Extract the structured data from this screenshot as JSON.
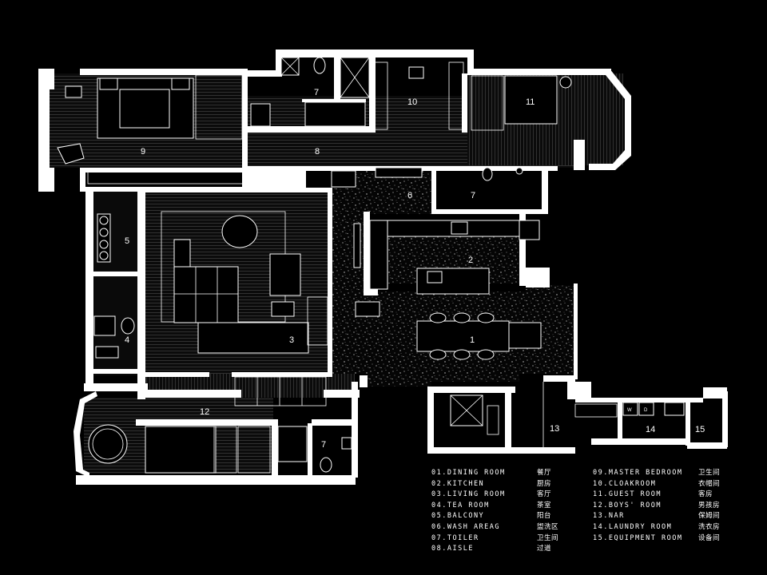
{
  "rooms": [
    {
      "num": "1"
    },
    {
      "num": "2"
    },
    {
      "num": "3"
    },
    {
      "num": "4"
    },
    {
      "num": "5"
    },
    {
      "num": "6"
    },
    {
      "num": "7"
    },
    {
      "num": "7"
    },
    {
      "num": "7"
    },
    {
      "num": "8"
    },
    {
      "num": "9"
    },
    {
      "num": "10"
    },
    {
      "num": "11"
    },
    {
      "num": "12"
    },
    {
      "num": "13"
    },
    {
      "num": "14"
    },
    {
      "num": "15"
    }
  ],
  "appliance_labels": {
    "washer": "W",
    "dryer": "D"
  },
  "legend_left": [
    {
      "en": "01.DINING ROOM",
      "cn": "餐厅"
    },
    {
      "en": "02.KITCHEN",
      "cn": "厨房"
    },
    {
      "en": "03.LIVING ROOM",
      "cn": "客厅"
    },
    {
      "en": "04.TEA ROOM",
      "cn": "茶室"
    },
    {
      "en": "05.BALCONY",
      "cn": "阳台"
    },
    {
      "en": "06.WASH AREAG",
      "cn": "盥洗区"
    },
    {
      "en": "07.TOILER",
      "cn": "卫生间"
    },
    {
      "en": "08.AISLE",
      "cn": "过道"
    }
  ],
  "legend_right": [
    {
      "en": "09.MASTER BEDROOM",
      "cn": "卫生间"
    },
    {
      "en": "10.CLOAKROOM",
      "cn": "衣帽间"
    },
    {
      "en": "11.GUEST ROOM",
      "cn": "客房"
    },
    {
      "en": "12.BOYS' ROOM",
      "cn": "男孩房"
    },
    {
      "en": "13.NAR",
      "cn": "保姆间"
    },
    {
      "en": "14.LAUNDRY ROOM",
      "cn": "洗衣房"
    },
    {
      "en": "15.EQUIPMENT ROOM",
      "cn": "设备间"
    }
  ]
}
